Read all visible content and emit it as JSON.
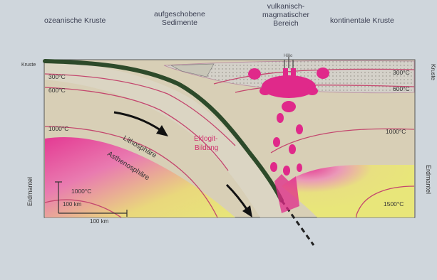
{
  "header": {
    "oceanic_crust": "ozeanische Kruste",
    "thrust_sediments": [
      "aufgeschobene",
      "Sedimente"
    ],
    "volcanic_zone": [
      "vulkanisch-",
      "magmatischer",
      "Bereich"
    ],
    "continental_crust": "kontinentale Kruste"
  },
  "labels": {
    "kruste_left": "Kruste",
    "kruste_right": "Kruste",
    "erdmantel_left": "Erdmantel",
    "erdmantel_right": "Erdmantel",
    "lithosphaere": "Lithosphäre",
    "asthenosphaere": "Asthenosphäre",
    "eklogit_line1": "Eklogit-",
    "eklogit_line2": "Bildung",
    "vent": "Hälo"
  },
  "isotherms": {
    "left_300": "300°C",
    "left_600": "600°C",
    "left_1000": "1000°C",
    "right_300": "300°C",
    "right_600": "600°C",
    "right_1000": "1000°C",
    "bottom_1000": "1000°C",
    "right_1500": "1500°C"
  },
  "scale": {
    "vertical": "100 km",
    "horizontal": "100 km"
  },
  "colors": {
    "mantle_beige": "#d8cfb6",
    "asthenosphere_yellow": "#e8e67a",
    "magenta": "#e0298a",
    "crust_green": "#2d4a2a",
    "isotherm_line": "#c4476e"
  }
}
